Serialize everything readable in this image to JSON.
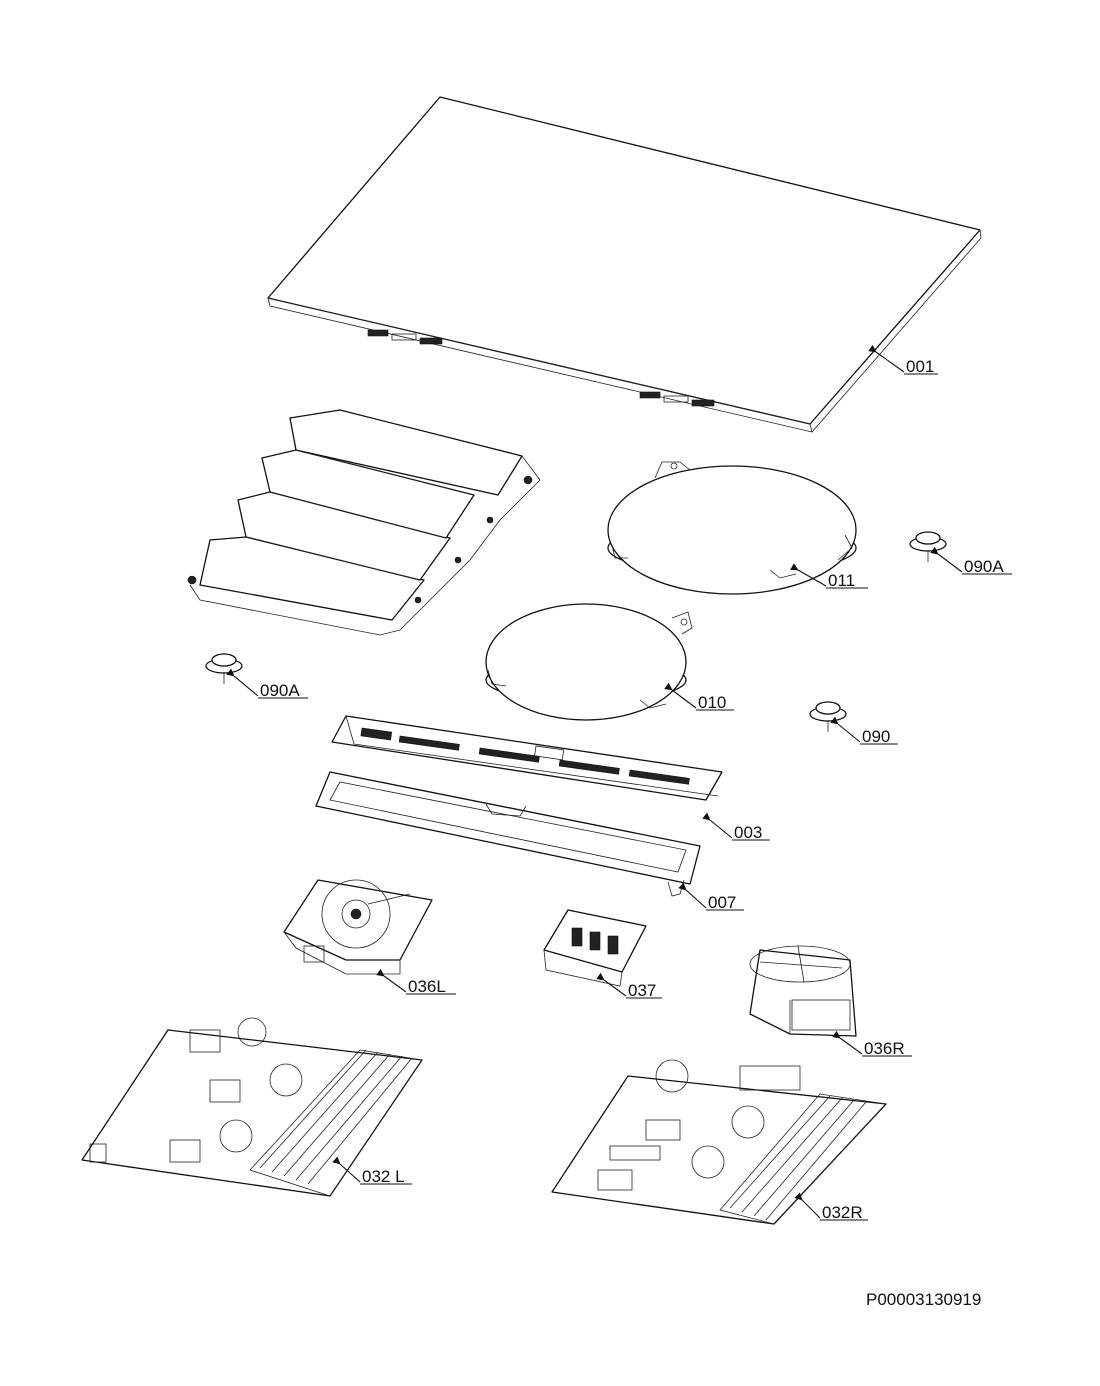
{
  "diagram": {
    "document_id": "P00003130919",
    "parts": [
      {
        "id": "glass-top",
        "label": "001"
      },
      {
        "id": "induction-coil-front",
        "label": "010"
      },
      {
        "id": "induction-coil-rear",
        "label": "011"
      },
      {
        "id": "flexi-coil-array",
        "label": ""
      },
      {
        "id": "control-board",
        "label": "003"
      },
      {
        "id": "control-frame",
        "label": "007"
      },
      {
        "id": "fan-left",
        "label": "036L"
      },
      {
        "id": "terminal-block",
        "label": "037"
      },
      {
        "id": "fan-right",
        "label": "036R"
      },
      {
        "id": "power-board-left",
        "label": "032 L"
      },
      {
        "id": "power-board-right",
        "label": "032R"
      },
      {
        "id": "foot-left",
        "label": "090A"
      },
      {
        "id": "foot-right-rear",
        "label": "090A"
      },
      {
        "id": "foot-right-front",
        "label": "090"
      }
    ]
  }
}
